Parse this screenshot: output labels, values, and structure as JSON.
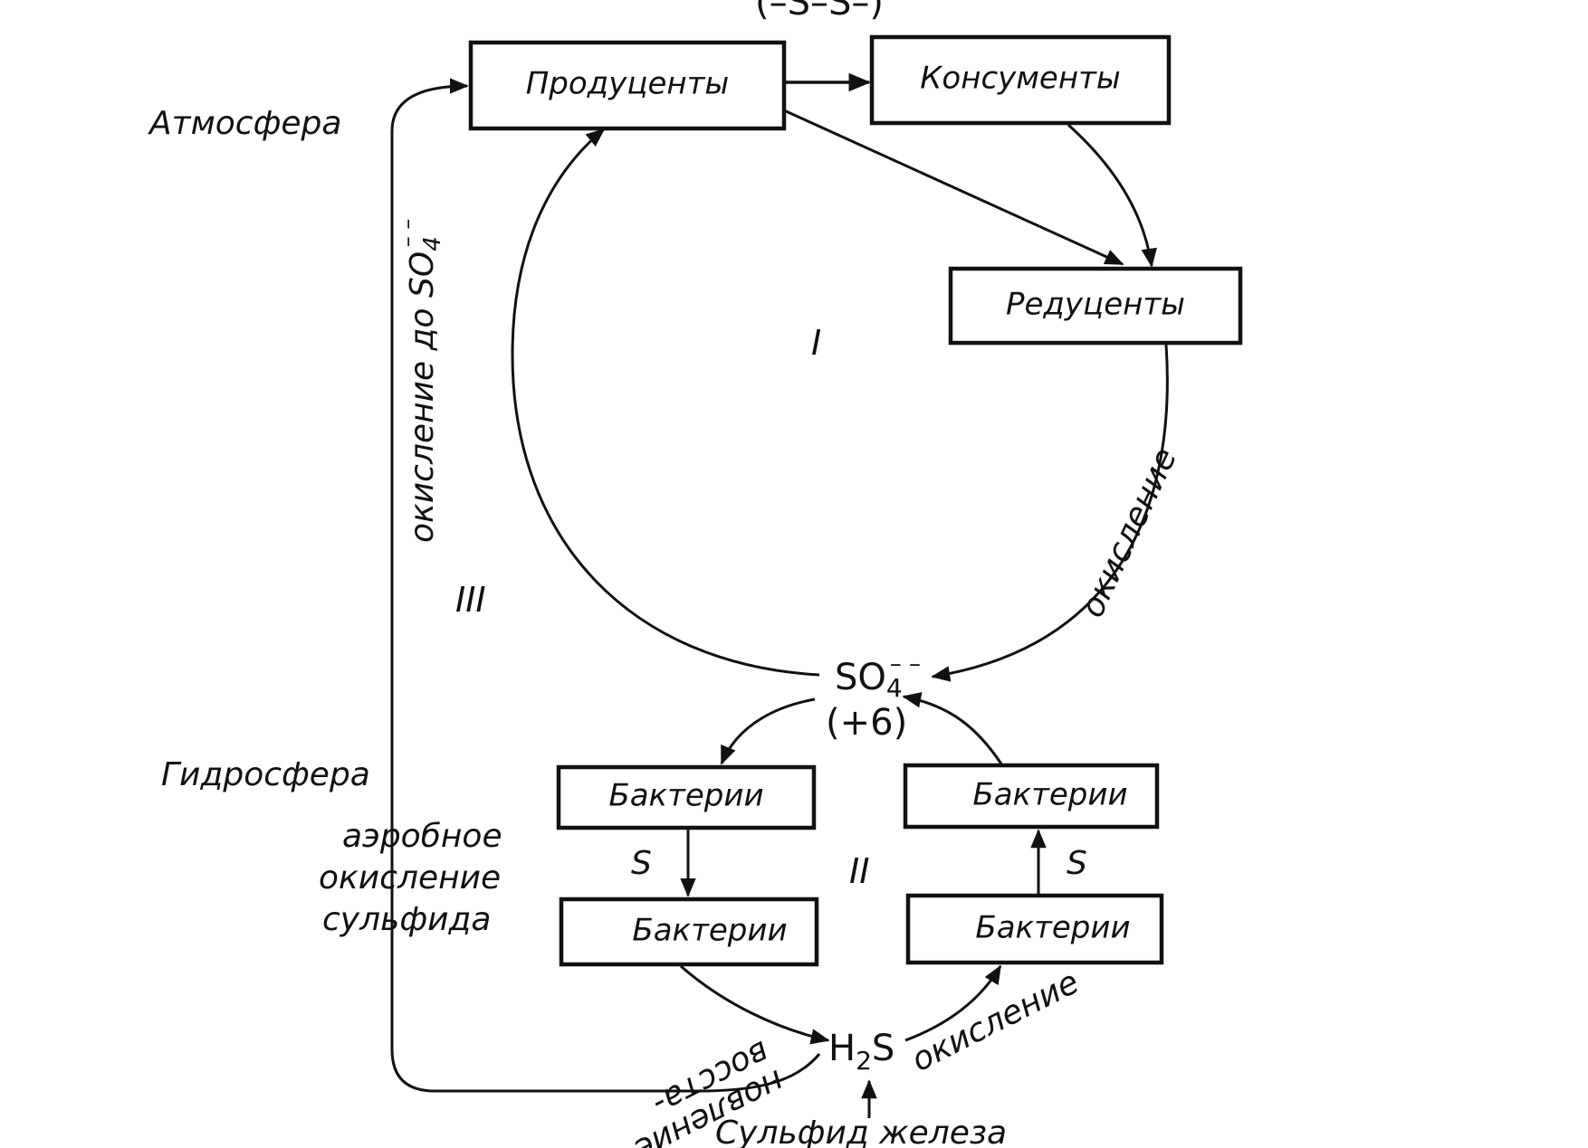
{
  "title_fragment": "(–S–S–)",
  "zones": {
    "atmosphere": "Атмосфера",
    "hydrosphere": "Гидросфера"
  },
  "nodes": {
    "producers": "Продуценты",
    "consumers": "Консументы",
    "decomposers": "Редуценты",
    "bacteria_top_left": "Бактерии",
    "bacteria_bottom_left": "Бактерии",
    "bacteria_top_right": "Бактерии",
    "bacteria_bottom_right": "Бактерии"
  },
  "species": {
    "sulfate_main": "SO",
    "sulfate_sub": "4",
    "sulfate_sup": "– –",
    "sulfate_oxidation_state": "(+6)",
    "hydrogen_sulfide_h": "H",
    "hydrogen_sulfide_sub": "2",
    "hydrogen_sulfide_s": "S",
    "iron_sulfide": "Сульфид железа",
    "sulfur_left": "S",
    "sulfur_right": "S"
  },
  "cycles": {
    "cycle_1": "I",
    "cycle_2": "II",
    "cycle_3": "III"
  },
  "processes": {
    "oxidation_to_sulfate_text": "окисление до SO",
    "oxidation_to_sulfate_sub": "4",
    "oxidation_to_sulfate_sup": "– –",
    "oxidation_right": "окисление",
    "oxidation_bottom": "окисление",
    "reduction_line1": "восста-",
    "reduction_line2": "новление",
    "aerobic_line1": "аэробное",
    "aerobic_line2": "окисление",
    "aerobic_line3": "сульфида"
  }
}
